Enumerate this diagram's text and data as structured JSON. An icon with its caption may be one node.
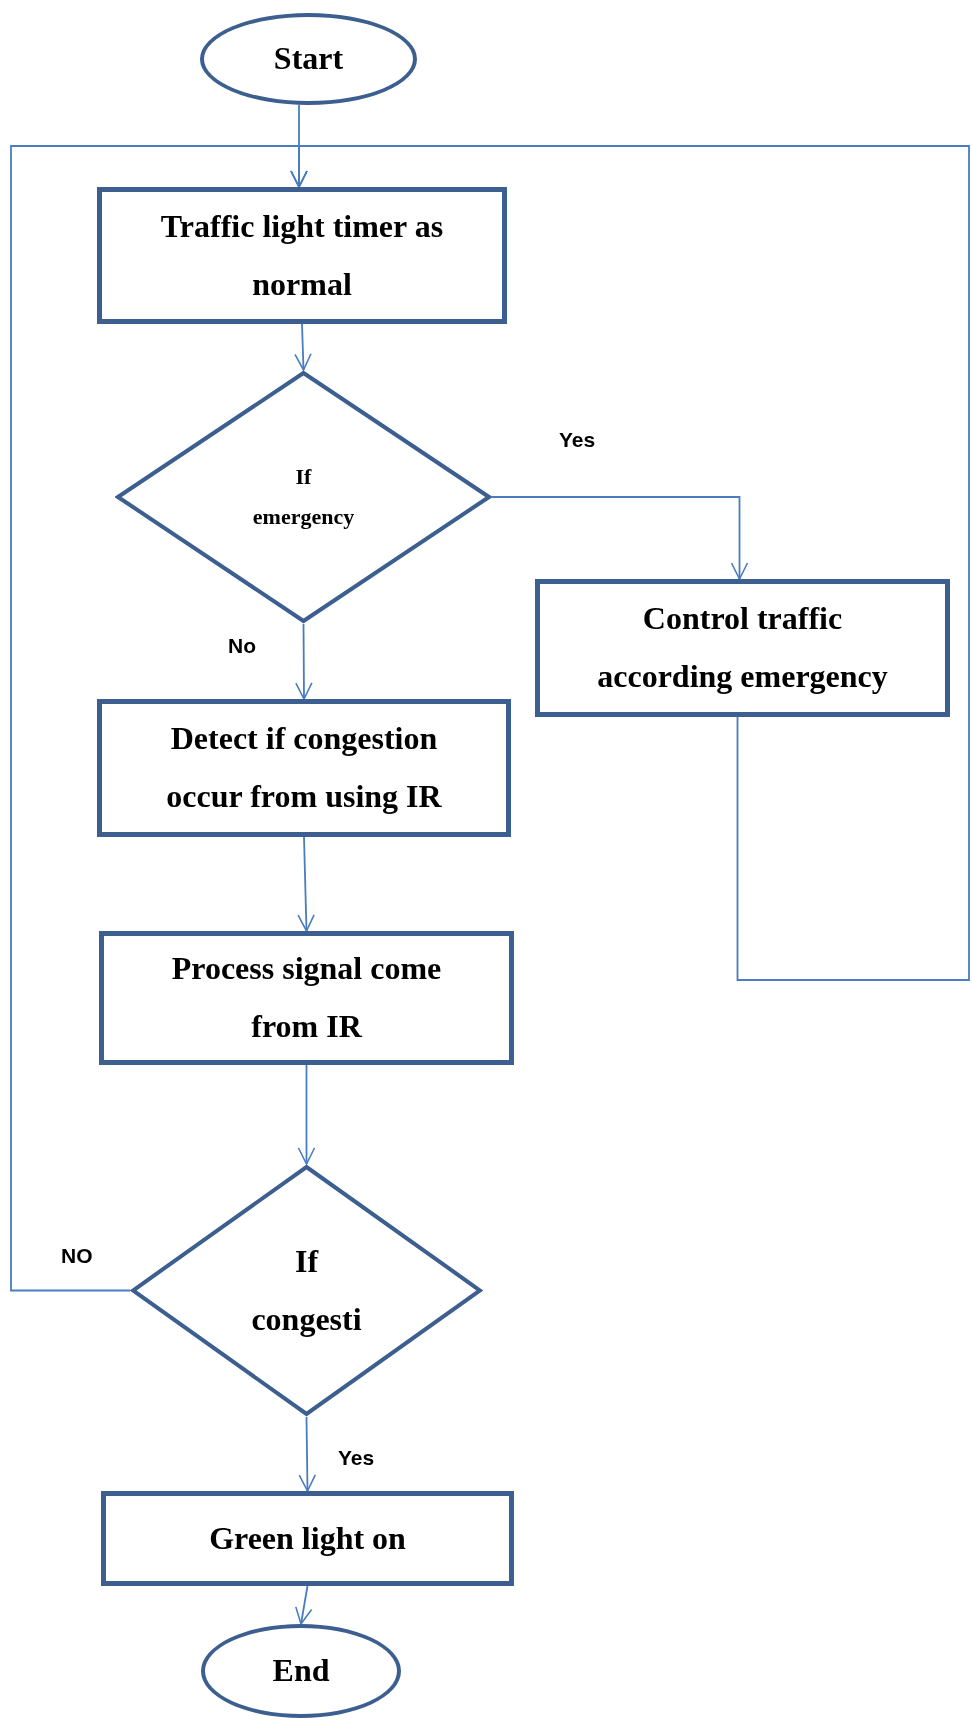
{
  "diagram": {
    "nodes": [
      {
        "text": [
          "Start"
        ]
      },
      {
        "text": [
          "Traffic light timer as normal"
        ]
      },
      {
        "text": [
          "If emergency"
        ]
      },
      {
        "text": [
          "Control traffic according emergency"
        ]
      },
      {
        "text": [
          "Detect if congestion occur from using IR"
        ]
      },
      {
        "text": [
          "Process signal come from IR"
        ]
      },
      {
        "text": [
          "If congesti"
        ]
      },
      {
        "text": [
          "Green light on"
        ]
      },
      {
        "text": [
          "End"
        ]
      }
    ],
    "edges": [
      {
        "from": 0,
        "to": 1,
        "arrow": "to"
      },
      {
        "from": 1,
        "to": 2,
        "arrow": "to"
      },
      {
        "from": 2,
        "to": 3,
        "arrow": "to",
        "label": "Yes"
      },
      {
        "from": 2,
        "to": 4,
        "arrow": "to",
        "label": "No"
      },
      {
        "from": 4,
        "to": 5,
        "arrow": "to"
      },
      {
        "from": 5,
        "to": 6,
        "arrow": "to"
      },
      {
        "from": 6,
        "to": 1,
        "arrow": "to",
        "label": "NO"
      },
      {
        "from": 3,
        "to": 1,
        "arrow": "to"
      },
      {
        "from": 6,
        "to": 7,
        "arrow": "to",
        "label": "Yes"
      },
      {
        "from": 7,
        "to": 8,
        "arrow": "to"
      }
    ]
  }
}
